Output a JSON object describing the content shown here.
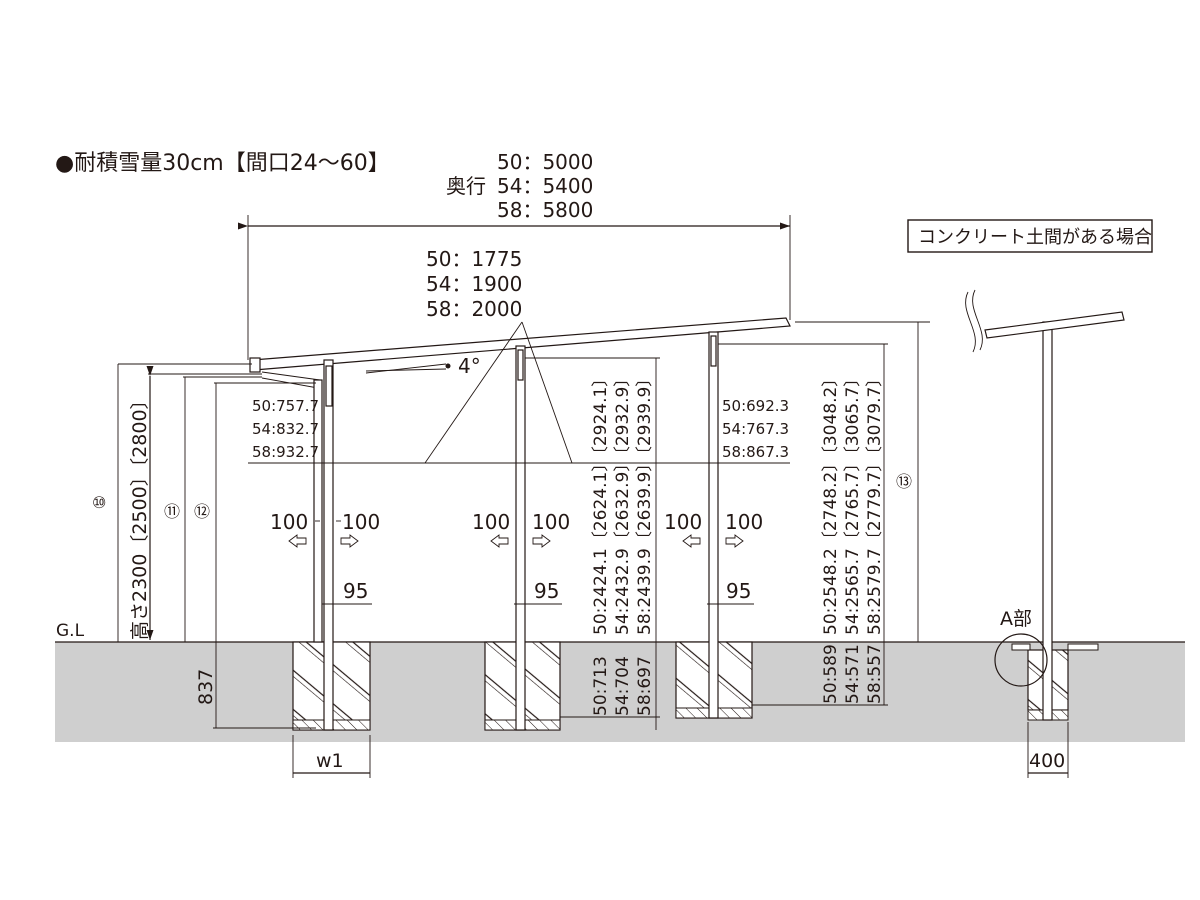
{
  "title": "●耐積雪量30cm【間口24〜60】",
  "depth": {
    "label": "奥行",
    "values": [
      "50：5000",
      "54：5400",
      "58：5800"
    ]
  },
  "post_span": {
    "values": [
      "50：1775",
      "54：1900",
      "58：2000"
    ]
  },
  "angle": "4°",
  "note": "コンクリート土間がある場合",
  "ground_label": "G.L",
  "height_label": "高さ2300〔2500〕〔2800〕",
  "circled": {
    "ten": "⑩",
    "eleven": "⑪",
    "twelve": "⑫",
    "thirteen": "⑬"
  },
  "post1_offsets": [
    "50:757.7",
    "54:832.7",
    "58:932.7"
  ],
  "post3_offsets": [
    "50:692.3",
    "54:767.3",
    "58:867.3"
  ],
  "post2_heights": [
    "50:2424.1〔2624.1〕〔2924.1〕",
    "54:2432.9〔2632.9〕〔2932.9〕",
    "58:2439.9〔2639.9〕〔2939.9〕"
  ],
  "post2_depths": [
    "50:713",
    "54:704",
    "58:697"
  ],
  "post3_heights": [
    "50:2548.2〔2748.2〕〔3048.2〕",
    "54:2565.7〔2765.7〕〔3065.7〕",
    "58:2579.7〔2779.7〕〔3079.7〕"
  ],
  "post3_depths": [
    "50:589",
    "54:571",
    "58:557"
  ],
  "dim_100": "100",
  "dim_95": "95",
  "dim_837": "837",
  "w1": "w1",
  "a_part": "A部",
  "dim_400": "400",
  "colors": {
    "line": "#231815",
    "ground": "#cfcfcf",
    "background": "#ffffff"
  }
}
